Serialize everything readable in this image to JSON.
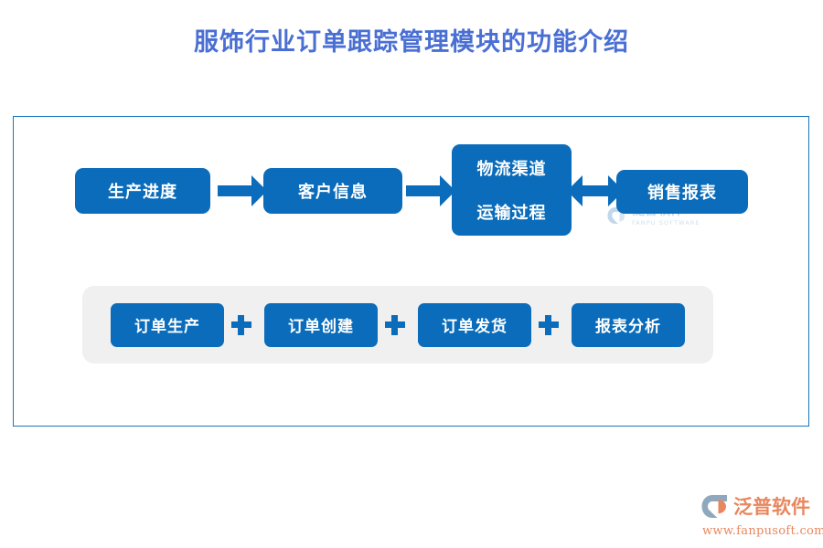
{
  "page": {
    "title": "服饰行业订单跟踪管理模块的功能介绍",
    "title_color": "#4a6fd4",
    "background": "#ffffff",
    "frame_border_color": "#1b75bb",
    "accent_color": "#0a6cba",
    "panel_color": "#f0f0f0",
    "brand_color": "#e8875f"
  },
  "flow": {
    "nodes": [
      {
        "id": "production-progress",
        "lines": [
          "生产进度"
        ]
      },
      {
        "id": "customer-info",
        "lines": [
          "客户信息"
        ]
      },
      {
        "id": "logistics-transport",
        "lines": [
          "物流渠道",
          "运输过程"
        ]
      },
      {
        "id": "sales-report",
        "lines": [
          "销售报表"
        ]
      }
    ],
    "connectors": [
      {
        "id": "arrow-1",
        "from": "production-progress",
        "to": "customer-info",
        "direction": "right"
      },
      {
        "id": "arrow-2",
        "from": "customer-info",
        "to": "logistics-transport",
        "direction": "right"
      },
      {
        "id": "arrow-3",
        "from": "logistics-transport",
        "to": "sales-report",
        "direction": "both"
      }
    ]
  },
  "tags": {
    "items": [
      {
        "id": "order-production",
        "label": "订单生产"
      },
      {
        "id": "order-creation",
        "label": "订单创建"
      },
      {
        "id": "order-shipment",
        "label": "订单发货"
      },
      {
        "id": "report-analysis",
        "label": "报表分析"
      }
    ],
    "separator": "+"
  },
  "watermark": {
    "cn": "泛普软件",
    "en": "FANPU SOFTWARE"
  },
  "brand": {
    "name": "泛普软件",
    "url": "www.fanpusoft.com",
    "icon": "fanpu-logo-icon"
  }
}
